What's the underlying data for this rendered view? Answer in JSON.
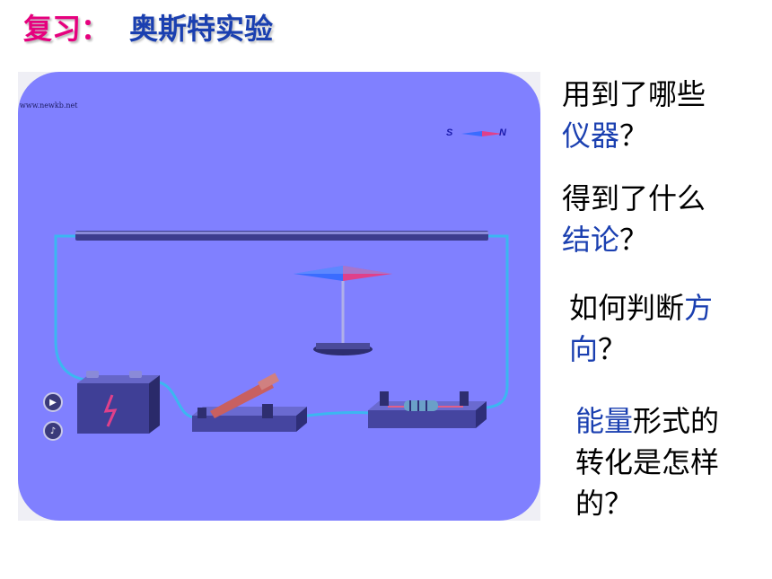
{
  "title": {
    "review": "复习：",
    "topic": "奥斯特实验"
  },
  "simulation": {
    "watermark": "www.newkb.net",
    "compass_s": "S",
    "compass_n": "N",
    "colors": {
      "screen": "#8080ff",
      "wire": "#3bb7f0",
      "needle_blue": "#3a6cff",
      "needle_red": "#e0408a"
    }
  },
  "questions": {
    "q1": {
      "line1": "用到了哪些",
      "hl": "仪器",
      "tail": "？"
    },
    "q2": {
      "line1": "得到了什么",
      "hl": "结论",
      "tail": "？"
    },
    "q3": {
      "lead": "如何判断",
      "hl1": "方",
      "hl2": "向",
      "tail": "？"
    },
    "q4": {
      "hl": "能量",
      "rest": "形式的",
      "line2": "转化是怎样",
      "line3": "的？"
    }
  }
}
